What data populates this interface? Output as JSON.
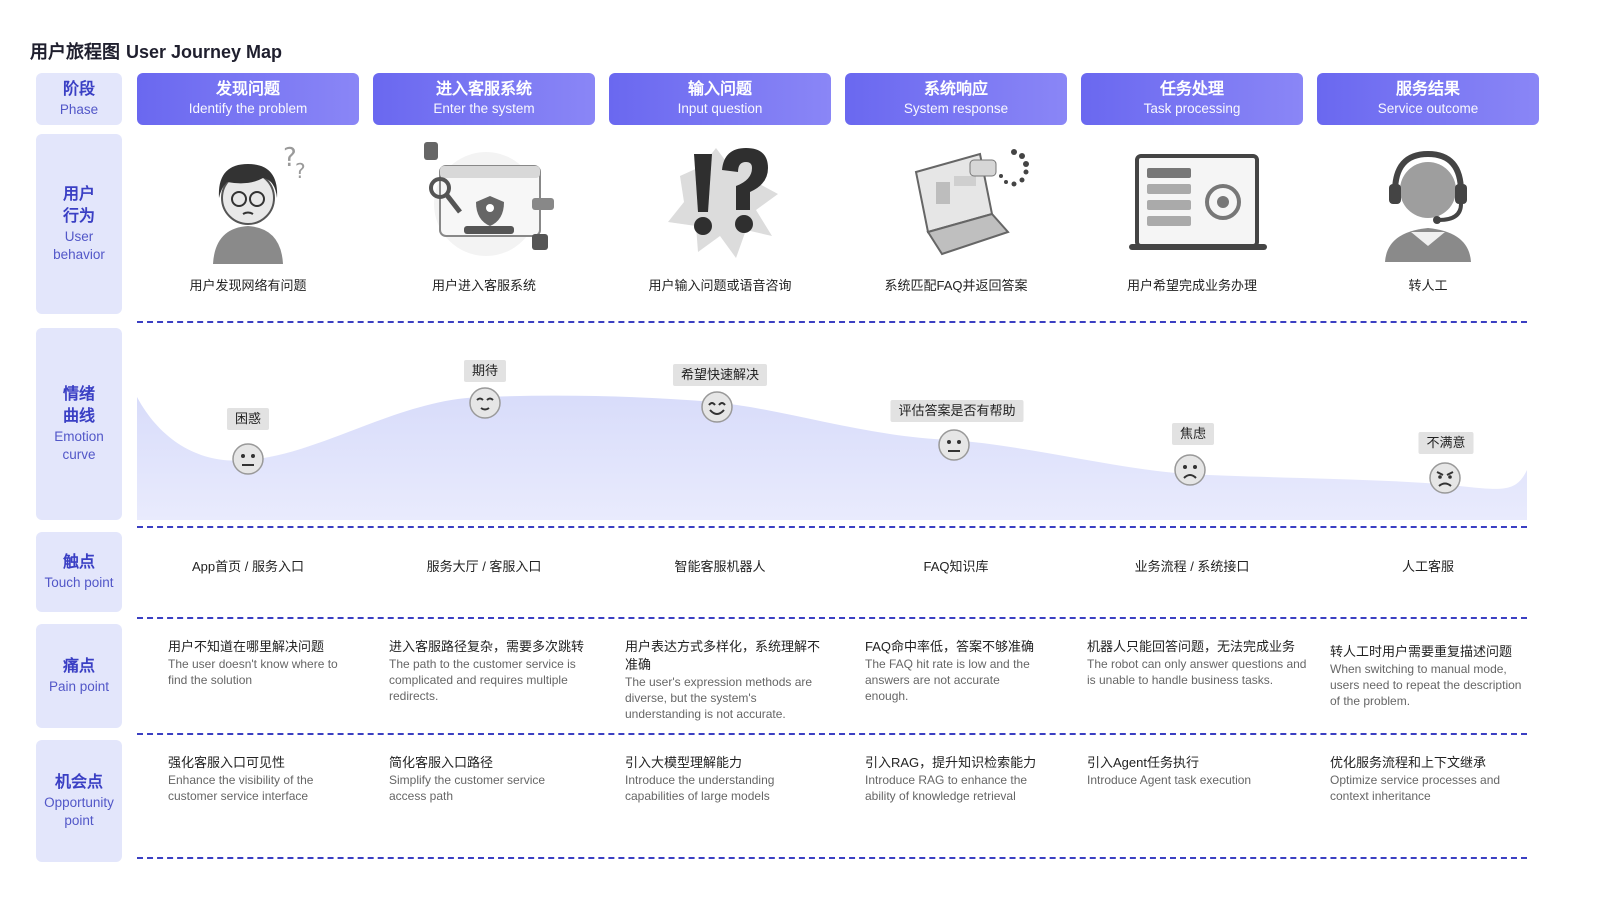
{
  "title": {
    "zh": "用户旅程图",
    "en": "User Journey Map"
  },
  "row_headers": {
    "phase": {
      "zh": "阶段",
      "en": "Phase"
    },
    "behavior": {
      "zh1": "用户",
      "zh2": "行为",
      "en1": "User",
      "en2": "behavior"
    },
    "emotion": {
      "zh1": "情绪",
      "zh2": "曲线",
      "en1": "Emotion",
      "en2": "curve"
    },
    "touch": {
      "zh": "触点",
      "en": "Touch point"
    },
    "pain": {
      "zh": "痛点",
      "en": "Pain point"
    },
    "opportunity": {
      "zh": "机会点",
      "en1": "Opportunity",
      "en2": "point"
    }
  },
  "phases": [
    {
      "zh": "发现问题",
      "en": "Identify the problem"
    },
    {
      "zh": "进入客服系统",
      "en": "Enter the system"
    },
    {
      "zh": "输入问题",
      "en": "Input question"
    },
    {
      "zh": "系统响应",
      "en": "System response"
    },
    {
      "zh": "任务处理",
      "en": "Task processing"
    },
    {
      "zh": "服务结果",
      "en": "Service outcome"
    }
  ],
  "behaviors": [
    {
      "caption": "用户发现网络有问题",
      "icon": "confused-person-icon"
    },
    {
      "caption": "用户进入客服系统",
      "icon": "customer-service-window-icon"
    },
    {
      "caption": "用户输入问题或语音咨询",
      "icon": "question-exclamation-icon"
    },
    {
      "caption": "系统匹配FAQ并返回答案",
      "icon": "laptop-loading-icon"
    },
    {
      "caption": "用户希望完成业务办理",
      "icon": "monitor-dashboard-icon"
    },
    {
      "caption": "转人工",
      "icon": "headset-agent-icon"
    }
  ],
  "emotions": [
    {
      "label": "困惑",
      "face": "neutral-face-icon"
    },
    {
      "label": "期待",
      "face": "content-face-icon"
    },
    {
      "label": "希望快速解决",
      "face": "smiling-face-icon"
    },
    {
      "label": "评估答案是否有帮助",
      "face": "neutral-face-icon"
    },
    {
      "label": "焦虑",
      "face": "sad-face-icon"
    },
    {
      "label": "不满意",
      "face": "angry-face-icon"
    }
  ],
  "touchpoints": [
    "App首页 / 服务入口",
    "服务大厅 / 客服入口",
    "智能客服机器人",
    "FAQ知识库",
    "业务流程 / 系统接口",
    "人工客服"
  ],
  "pain_points": [
    {
      "zh": "用户不知道在哪里解决问题",
      "en": "The user doesn't know where to find the solution"
    },
    {
      "zh": "进入客服路径复杂，需要多次跳转",
      "en": "The path to the customer service is complicated and requires multiple redirects."
    },
    {
      "zh": "用户表达方式多样化，系统理解不准确",
      "en": "The user's expression methods are diverse, but the system's understanding is not accurate."
    },
    {
      "zh": "FAQ命中率低，答案不够准确",
      "en": "The FAQ hit rate is low and the answers are not accurate enough."
    },
    {
      "zh": "机器人只能回答问题，无法完成业务",
      "en": "The robot can only answer questions and is unable to handle business tasks."
    },
    {
      "zh": "转人工时用户需要重复描述问题",
      "en": "When switching to manual mode, users need to repeat the description of the problem."
    }
  ],
  "opportunities": [
    {
      "zh": "强化客服入口可见性",
      "en": "Enhance the visibility of the customer service interface"
    },
    {
      "zh": "简化客服入口路径",
      "en": "Simplify the customer service access path"
    },
    {
      "zh": "引入大模型理解能力",
      "en": "Introduce the understanding capabilities of large models"
    },
    {
      "zh": "引入RAG，提升知识检索能力",
      "en": "Introduce RAG to enhance the ability of knowledge retrieval"
    },
    {
      "zh": "引入Agent任务执行",
      "en": "Introduce Agent task execution"
    },
    {
      "zh": "优化服务流程和上下文继承",
      "en": "Optimize service processes and context inheritance"
    }
  ],
  "colors": {
    "accent": "#3a3fc4",
    "phase_gradient_start": "#6a68f0",
    "phase_gradient_end": "#8a86f6",
    "curve_fill": "#dfe2fb",
    "row_header_bg": "#e3e6fb"
  }
}
